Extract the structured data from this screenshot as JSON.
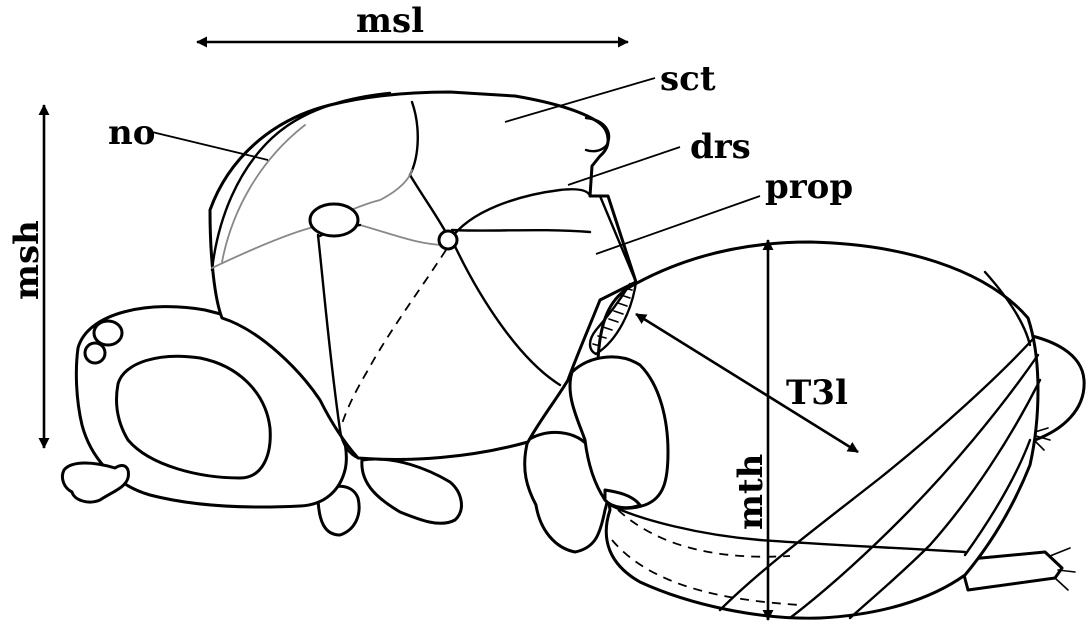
{
  "labels": {
    "msl": "msl",
    "msh": "msh",
    "no": "no",
    "sct": "sct",
    "drs": "drs",
    "prop": "prop",
    "t3l": "T3l",
    "mth": "mth"
  },
  "colors": {
    "line": "#000000",
    "background": "#ffffff",
    "grey_line": "#888888"
  }
}
